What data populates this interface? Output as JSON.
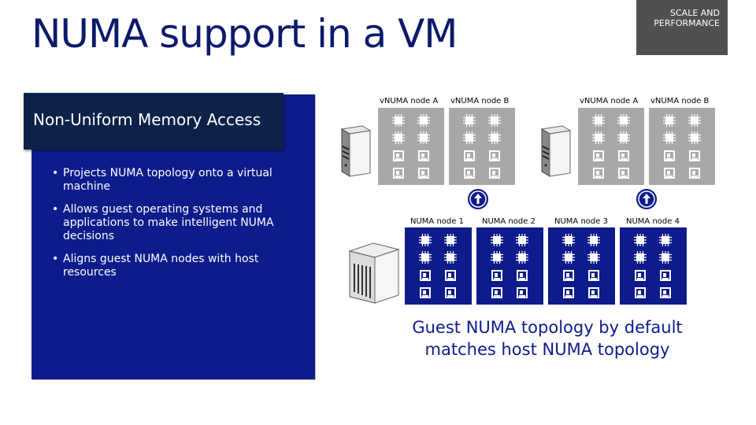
{
  "title": "NUMA support in a VM",
  "badge": "SCALE AND PERFORMANCE",
  "panel": {
    "heading": "Non-Uniform Memory Access",
    "bullets": [
      "Projects NUMA topology onto a virtual machine",
      "Allows guest operating systems and applications to make intelligent NUMA decisions",
      "Aligns guest NUMA nodes with host resources"
    ]
  },
  "vnuma": [
    "vNUMA node A",
    "vNUMA node B",
    "vNUMA node A",
    "vNUMA node B"
  ],
  "host_nodes": [
    "NUMA node 1",
    "NUMA node 2",
    "NUMA node 3",
    "NUMA node 4"
  ],
  "caption": [
    "Guest NUMA topology by default",
    "matches host NUMA topology"
  ],
  "colors": {
    "title": "#0b1a6b",
    "panel": "#0d1c8a",
    "header": "#0c2249",
    "vm_box": "#a8a8a8",
    "badge": "#505050"
  },
  "icons": [
    "cpu-icon",
    "memory-icon",
    "vm-server-icon",
    "host-server-icon",
    "up-arrow-icon"
  ]
}
